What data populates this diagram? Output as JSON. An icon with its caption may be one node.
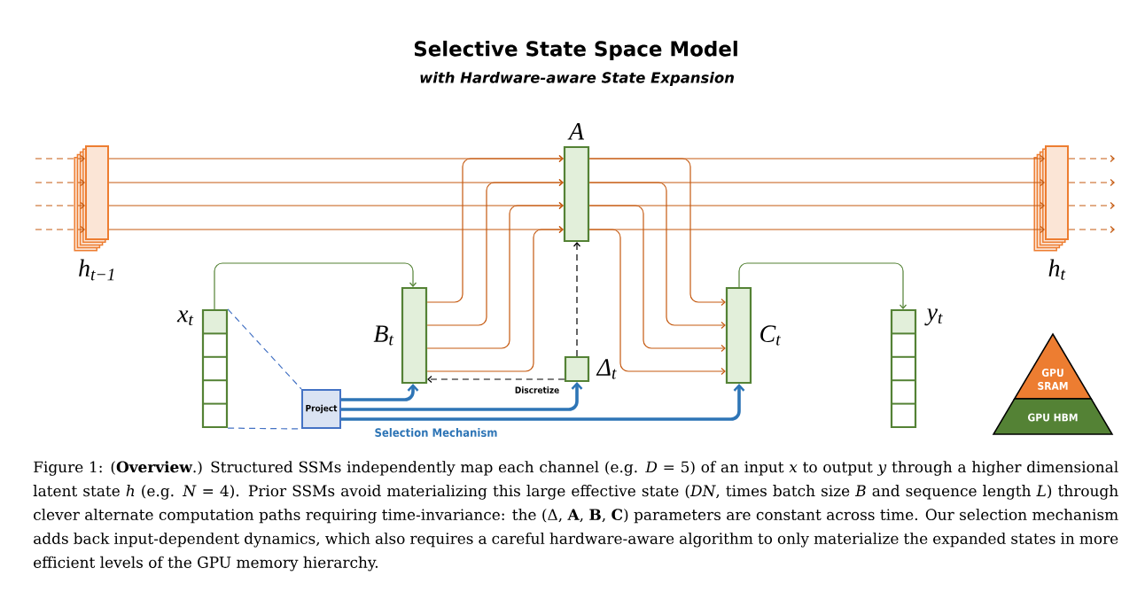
{
  "diagram": {
    "title": "Selective State Space Model",
    "caption": "Figure 1: (**Overview**.) Structured SSMs independently map each channel (e.g. *D* = 5) of an input *x* to output *y* through a higher dimensional latent state *h* (e.g. *N* = 4). Prior SSMs avoid materializing this large effective state (*DN*, times batch size *B* and sequence length *L*) through clever alternate computation paths requiring time-invariance: the (Δ, **A**, **B**, **C**) parameters are constant across time. Our selection mechanism adds back input-dependent dynamics, which also requires a careful hardware-aware algorithm to only materialize the expanded states in more efficient levels of the GPU memory hierarchy.",
    "nodes": [
      {
        "text": [
          "h$_{t−1}$"
        ]
      },
      {
        "text": [
          "A"
        ]
      },
      {
        "text": [
          "h$_{t}$"
        ]
      },
      {
        "text": [
          "x$_{t}$"
        ]
      },
      {
        "text": [
          "B$_{t}$"
        ]
      },
      {
        "text": [
          "Δ$_{t}$"
        ]
      },
      {
        "text": [
          "C$_{t}$"
        ]
      },
      {
        "text": [
          "y$_{t}$"
        ]
      },
      {
        "text": [
          "Project"
        ]
      },
      {
        "text": [
          "GPU SRAM"
        ]
      },
      {
        "text": [
          "GPU HBM"
        ]
      }
    ],
    "edges": [
      {
        "from": null,
        "to": 0,
        "arrow": "to",
        "style": "dashed"
      },
      {
        "from": null,
        "to": 0,
        "arrow": "to",
        "style": "dashed"
      },
      {
        "from": null,
        "to": 0,
        "arrow": "to",
        "style": "dashed"
      },
      {
        "from": null,
        "to": 0,
        "arrow": "to",
        "style": "dashed"
      },
      {
        "from": 0,
        "to": 1,
        "arrow": "to"
      },
      {
        "from": 0,
        "to": 1,
        "arrow": "to"
      },
      {
        "from": 0,
        "to": 1,
        "arrow": "to"
      },
      {
        "from": 0,
        "to": 1,
        "arrow": "to"
      },
      {
        "from": 4,
        "to": 1,
        "arrow": "to"
      },
      {
        "from": 4,
        "to": 1,
        "arrow": "to"
      },
      {
        "from": 4,
        "to": 1,
        "arrow": "to"
      },
      {
        "from": 4,
        "to": 1,
        "arrow": "to"
      },
      {
        "from": 1,
        "to": 2,
        "arrow": "to"
      },
      {
        "from": 1,
        "to": 2,
        "arrow": "to"
      },
      {
        "from": 1,
        "to": 2,
        "arrow": "to"
      },
      {
        "from": 1,
        "to": 2,
        "arrow": "to"
      },
      {
        "from": 1,
        "to": 6,
        "arrow": "to"
      },
      {
        "from": 1,
        "to": 6,
        "arrow": "to"
      },
      {
        "from": 1,
        "to": 6,
        "arrow": "to"
      },
      {
        "from": 1,
        "to": 6,
        "arrow": "to"
      },
      {
        "from": 2,
        "to": null,
        "arrow": "to",
        "style": "dashed"
      },
      {
        "from": 2,
        "to": null,
        "arrow": "to",
        "style": "dashed"
      },
      {
        "from": 2,
        "to": null,
        "arrow": "to",
        "style": "dashed"
      },
      {
        "from": 2,
        "to": null,
        "arrow": "to",
        "style": "dashed"
      },
      {
        "from": 3,
        "to": 4,
        "arrow": "to",
        "color": "#548235"
      },
      {
        "from": 6,
        "to": 7,
        "arrow": "to",
        "color": "#548235"
      },
      {
        "from": 5,
        "to": 1,
        "arrow": "to",
        "style": "dashed",
        "color": "#000000"
      },
      {
        "from": 5,
        "to": 4,
        "arrow": "to",
        "style": "dashed",
        "color": "#000000",
        "label": "Discretize"
      },
      {
        "from": 8,
        "to": 4,
        "arrow": "to",
        "style": "thick",
        "color": "#2e75b6"
      },
      {
        "from": 8,
        "to": 5,
        "arrow": "to",
        "style": "thick",
        "color": "#2e75b6"
      },
      {
        "from": 8,
        "to": 6,
        "arrow": "to",
        "style": "thick",
        "color": "#2e75b6"
      },
      {
        "from": 3,
        "to": 8,
        "arrow": "none",
        "style": "dashed",
        "color": "#4472c4"
      },
      {
        "from": 3,
        "to": 8,
        "arrow": "none",
        "style": "dashed",
        "color": "#4472c4"
      }
    ],
    "labels": [
      "with Hardware-aware State Expansion",
      "Selection Mechanism"
    ]
  }
}
